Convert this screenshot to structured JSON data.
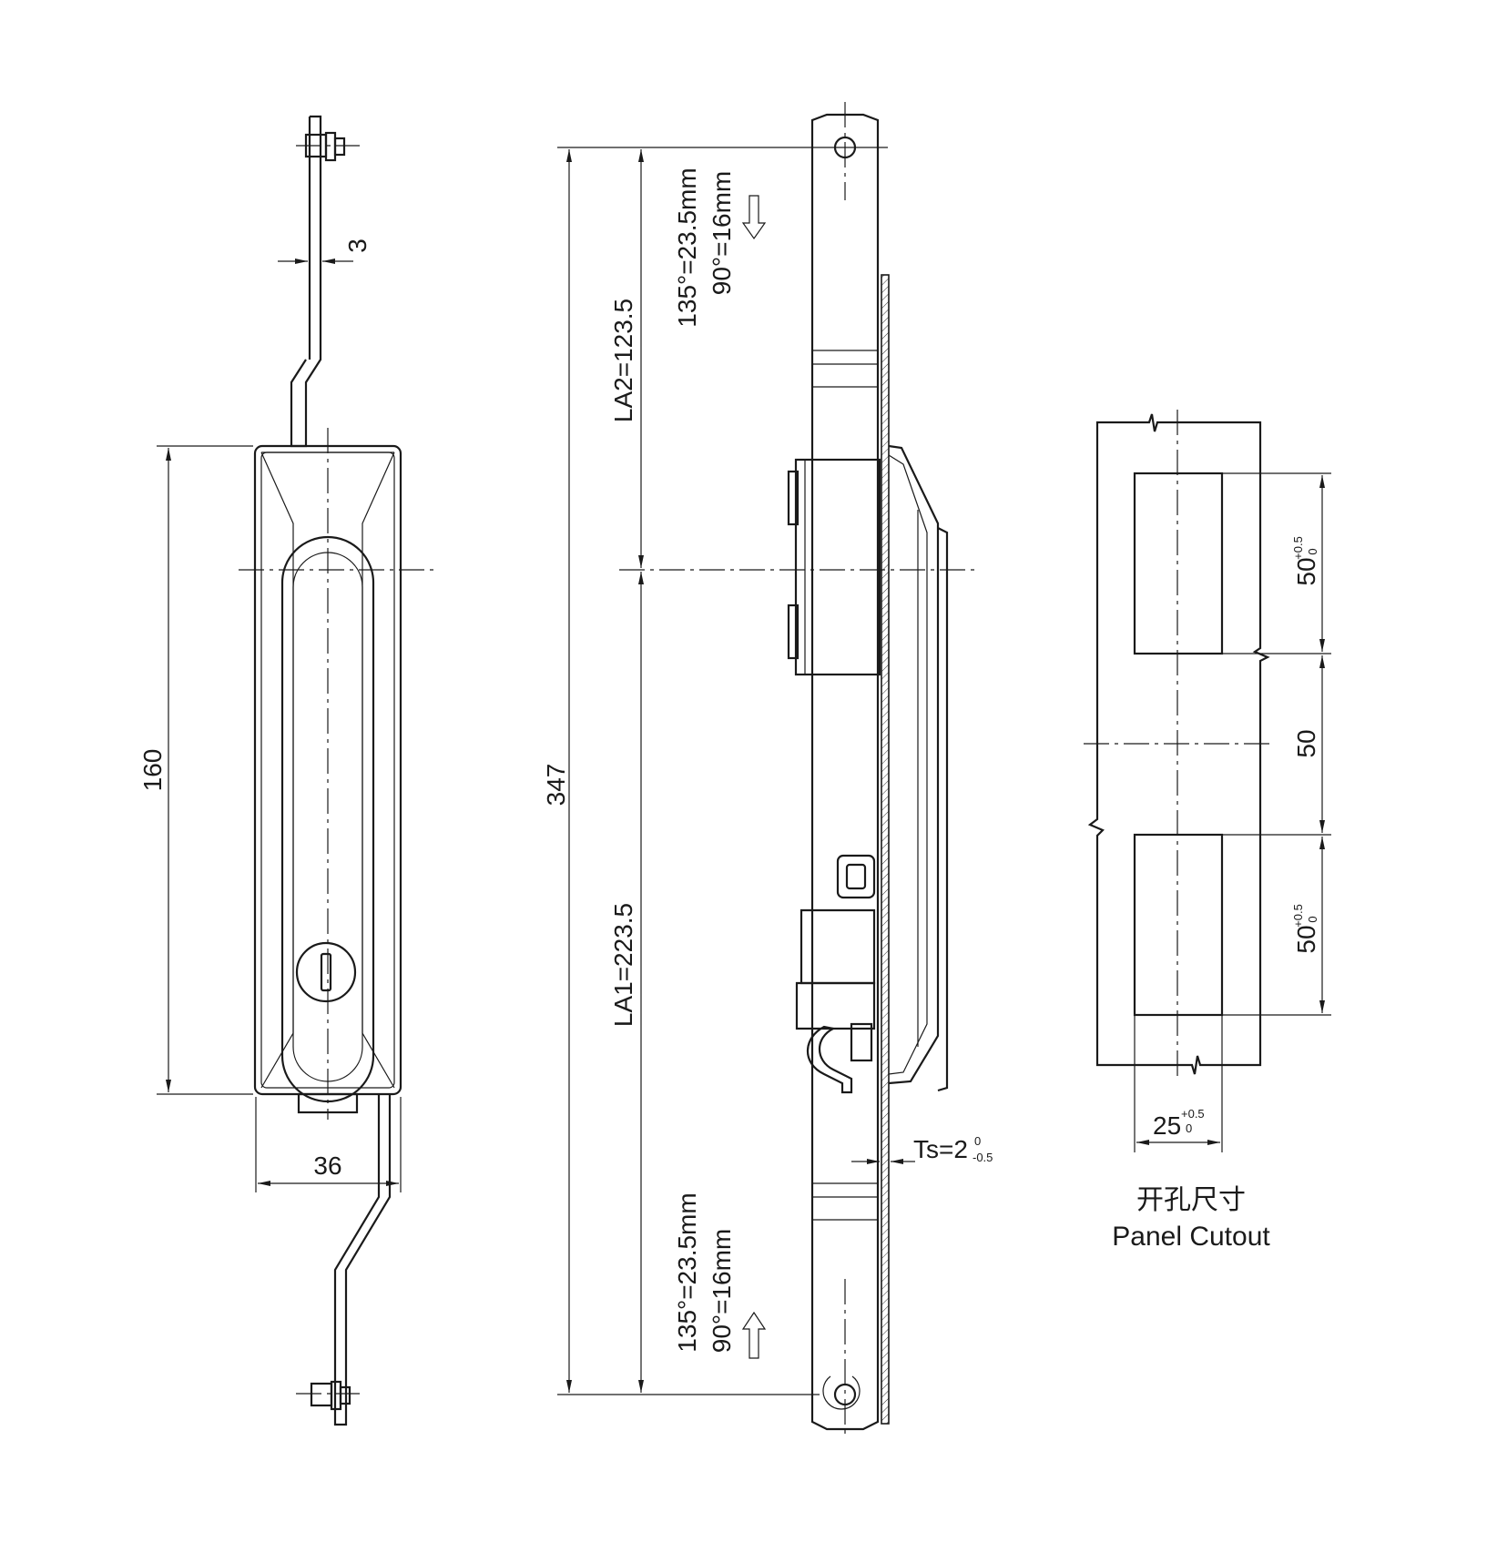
{
  "front_view": {
    "dim_height": "160",
    "dim_width": "36",
    "dim_rod": "3"
  },
  "side_view": {
    "dim_total": "347",
    "dim_la2": "LA2=123.5",
    "dim_la1": "LA1=223.5",
    "upper_note_line1": "135°=23.5mm",
    "upper_note_line2": "90°=16mm",
    "lower_note_line1": "135°=23.5mm",
    "lower_note_line2": "90°=16mm",
    "ts_main": "Ts=2",
    "ts_upper": "0",
    "ts_lower": "-0.5"
  },
  "cutout_view": {
    "top_dim_main": "50",
    "top_dim_upper": "+0.5",
    "top_dim_lower": "0",
    "mid_dim": "50",
    "bottom_dim_main": "50",
    "bottom_dim_upper": "+0.5",
    "bottom_dim_lower": "0",
    "width_dim_main": "25",
    "width_dim_upper": "+0.5",
    "width_dim_lower": "0",
    "caption_cn": "开孔尺寸",
    "caption_en": "Panel Cutout"
  }
}
